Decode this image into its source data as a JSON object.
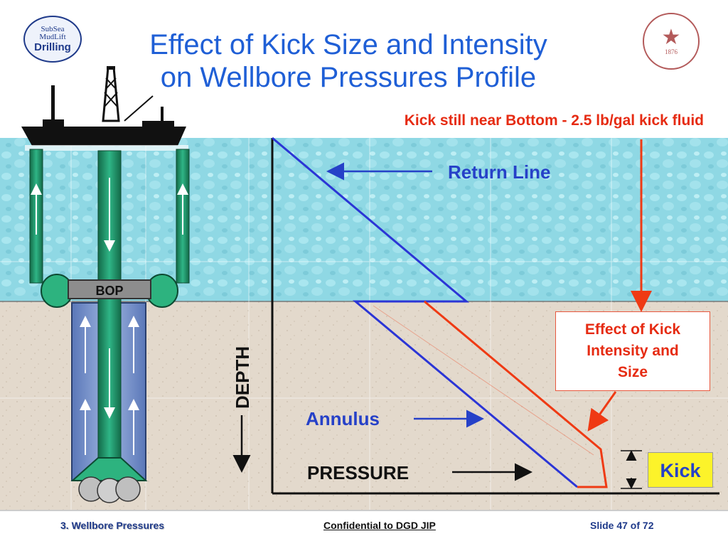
{
  "slide": {
    "title_line1": "Effect of Kick Size and Intensity",
    "title_line2": "on Wellbore Pressures Profile",
    "subtitle": "Kick still near  Bottom  -  2.5 lb/gal kick fluid"
  },
  "labels": {
    "return_line": "Return Line",
    "annulus": "Annulus",
    "pressure": "PRESSURE",
    "depth": "DEPTH",
    "bop": "BOP",
    "effect_line1": "Effect of Kick",
    "effect_line2": "Intensity and",
    "effect_line3": "Size",
    "kick": "Kick"
  },
  "logo": {
    "line1": "SubSea",
    "line2": "MudLift",
    "line3": "Drilling"
  },
  "seal": {
    "year": "1876"
  },
  "footer": {
    "left": "3. Wellbore Pressures",
    "center": "Confidential to DGD JIP",
    "right": "Slide 47 of 72"
  },
  "colors": {
    "title": "#1f5fd6",
    "annulus_line": "#2b35d6",
    "kick_line": "#ef3a14",
    "sea": "#8fd8e4",
    "seabed": "#e3d9cc",
    "pipe": "#1f9a6a",
    "kick_box": "#fcf32a"
  }
}
